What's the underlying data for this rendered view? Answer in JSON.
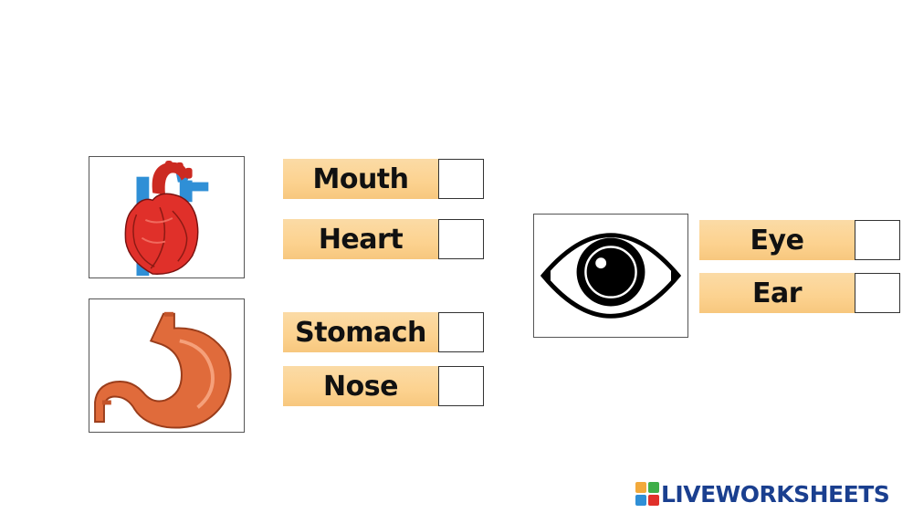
{
  "items": [
    {
      "picture": "heart-image",
      "options": [
        {
          "label": "Mouth",
          "checked": false
        },
        {
          "label": "Heart",
          "checked": false
        }
      ]
    },
    {
      "picture": "stomach-image",
      "options": [
        {
          "label": "Stomach",
          "checked": false
        },
        {
          "label": "Nose",
          "checked": false
        }
      ]
    },
    {
      "picture": "eye-image",
      "options": [
        {
          "label": "Eye",
          "checked": false
        },
        {
          "label": "Ear",
          "checked": false
        }
      ]
    }
  ],
  "brand": {
    "name": "LIVEWORKSHEETS",
    "icon": "liveworksheets-logo-icon",
    "color": "#1a3f8f"
  },
  "colors": {
    "option_fill": "#fcd28f",
    "checkbox_border": "#333333"
  }
}
